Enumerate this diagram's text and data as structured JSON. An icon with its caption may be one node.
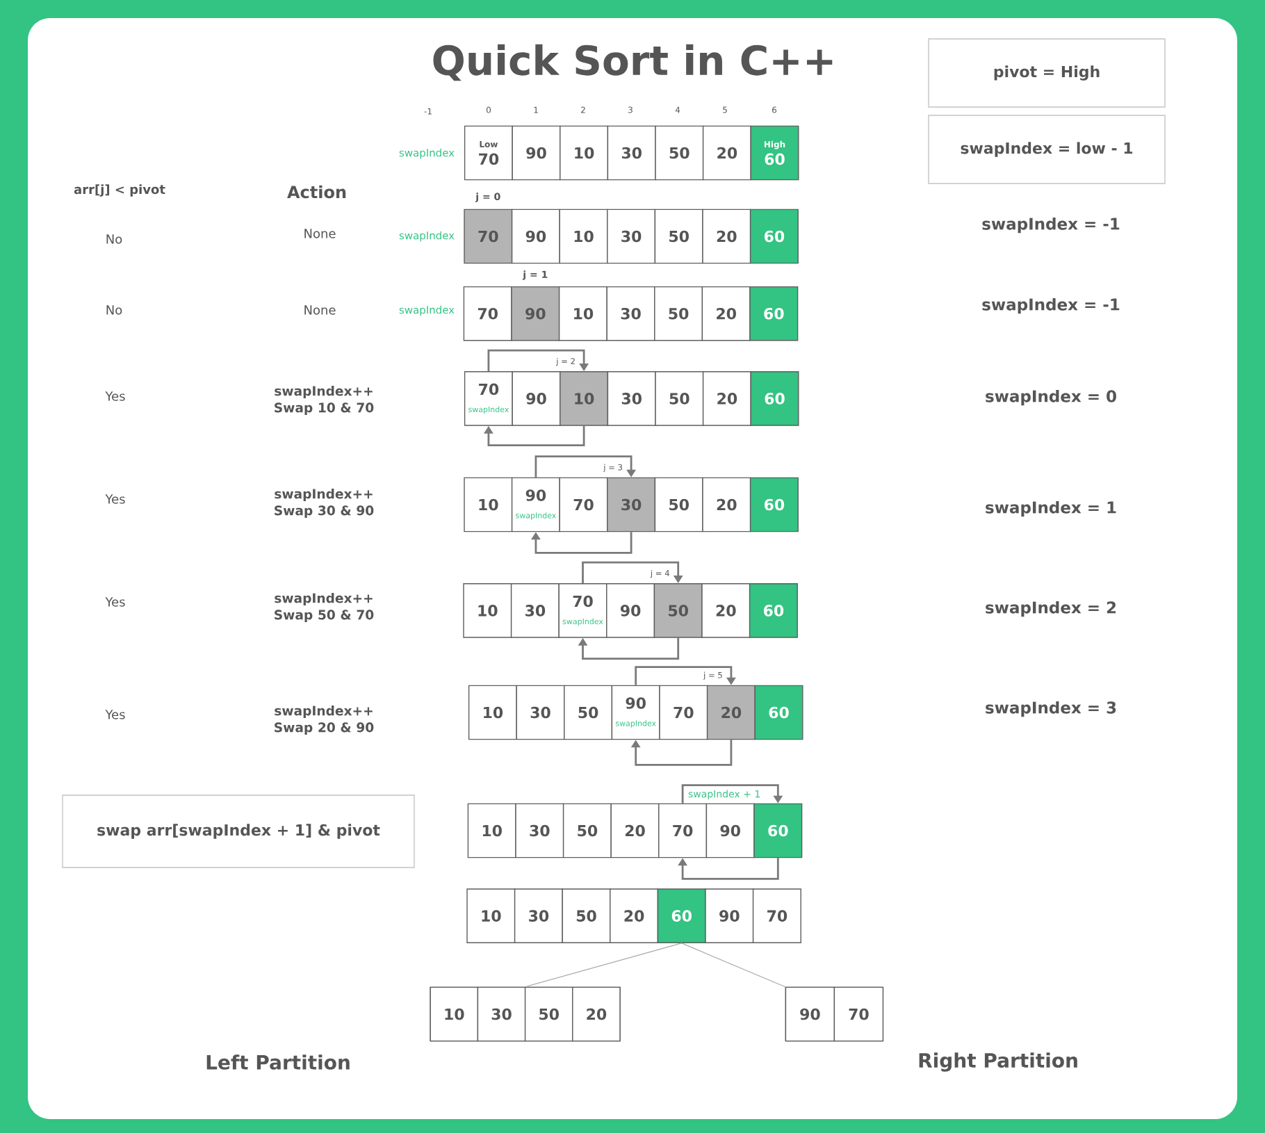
{
  "diagram": {
    "title": "Quick Sort in C++",
    "nodes": [
      {
        "text": [
          "pivot = High"
        ]
      },
      {
        "text": [
          "swapIndex = low - 1"
        ]
      },
      {
        "text": [
          "Low",
          "70"
        ]
      },
      {
        "text": [
          "90"
        ]
      },
      {
        "text": [
          "10"
        ]
      },
      {
        "text": [
          "30"
        ]
      },
      {
        "text": [
          "50"
        ]
      },
      {
        "text": [
          "20"
        ]
      },
      {
        "text": [
          "High",
          "60"
        ]
      },
      {
        "text": [
          "70"
        ],
        "beside": [
          "j = 0"
        ]
      },
      {
        "text": [
          "90"
        ]
      },
      {
        "text": [
          "10"
        ]
      },
      {
        "text": [
          "30"
        ]
      },
      {
        "text": [
          "50"
        ]
      },
      {
        "text": [
          "20"
        ]
      },
      {
        "text": [
          "60"
        ]
      },
      {
        "text": [
          "70"
        ]
      },
      {
        "text": [
          "90"
        ],
        "beside": [
          "j = 1"
        ]
      },
      {
        "text": [
          "10"
        ]
      },
      {
        "text": [
          "30"
        ]
      },
      {
        "text": [
          "50"
        ]
      },
      {
        "text": [
          "20"
        ]
      },
      {
        "text": [
          "60"
        ]
      },
      {
        "text": [
          "70",
          "swapIndex"
        ]
      },
      {
        "text": [
          "90"
        ]
      },
      {
        "text": [
          "10"
        ],
        "beside": [
          "j = 2"
        ]
      },
      {
        "text": [
          "30"
        ]
      },
      {
        "text": [
          "50"
        ]
      },
      {
        "text": [
          "20"
        ]
      },
      {
        "text": [
          "60"
        ]
      },
      {
        "text": [
          "10"
        ]
      },
      {
        "text": [
          "90",
          "swapIndex"
        ]
      },
      {
        "text": [
          "70"
        ]
      },
      {
        "text": [
          "30"
        ],
        "beside": [
          "j = 3"
        ]
      },
      {
        "text": [
          "50"
        ]
      },
      {
        "text": [
          "20"
        ]
      },
      {
        "text": [
          "60"
        ]
      },
      {
        "text": [
          "10"
        ]
      },
      {
        "text": [
          "30"
        ]
      },
      {
        "text": [
          "70",
          "swapIndex"
        ]
      },
      {
        "text": [
          "90"
        ]
      },
      {
        "text": [
          "50"
        ],
        "beside": [
          "j = 4"
        ]
      },
      {
        "text": [
          "20"
        ]
      },
      {
        "text": [
          "60"
        ]
      },
      {
        "text": [
          "10"
        ]
      },
      {
        "text": [
          "30"
        ]
      },
      {
        "text": [
          "50"
        ]
      },
      {
        "text": [
          "90",
          "swapIndex"
        ]
      },
      {
        "text": [
          "70"
        ]
      },
      {
        "text": [
          "20"
        ],
        "beside": [
          "j = 5"
        ]
      },
      {
        "text": [
          "60"
        ]
      },
      {
        "text": [
          "swap arr[swapIndex + 1] & pivot"
        ]
      },
      {
        "text": [
          "10"
        ]
      },
      {
        "text": [
          "30"
        ]
      },
      {
        "text": [
          "50"
        ]
      },
      {
        "text": [
          "20"
        ]
      },
      {
        "text": [
          "70"
        ]
      },
      {
        "text": [
          "90"
        ]
      },
      {
        "text": [
          "60"
        ]
      },
      {
        "text": [
          "10"
        ]
      },
      {
        "text": [
          "30"
        ]
      },
      {
        "text": [
          "50"
        ]
      },
      {
        "text": [
          "20"
        ]
      },
      {
        "text": [
          "60"
        ]
      },
      {
        "text": [
          "90"
        ]
      },
      {
        "text": [
          "70"
        ]
      },
      {
        "text": [],
        "shape": "box"
      },
      {
        "text": [
          "10"
        ],
        "in": 66
      },
      {
        "text": [
          "30"
        ],
        "in": 66
      },
      {
        "text": [
          "50"
        ],
        "in": 66
      },
      {
        "text": [
          "20"
        ],
        "in": 66
      },
      {
        "text": [],
        "shape": "box"
      },
      {
        "text": [
          "90"
        ],
        "in": 71
      },
      {
        "text": [
          "70"
        ],
        "in": 71
      }
    ],
    "edges": [
      {
        "from": 23,
        "to": 25,
        "arrow": "to"
      },
      {
        "from": 25,
        "to": 23,
        "arrow": "to"
      },
      {
        "from": 31,
        "to": 33,
        "arrow": "to"
      },
      {
        "from": 33,
        "to": 31,
        "arrow": "to"
      },
      {
        "from": 39,
        "to": 41,
        "arrow": "to"
      },
      {
        "from": 41,
        "to": 39,
        "arrow": "to"
      },
      {
        "from": 47,
        "to": 49,
        "arrow": "to"
      },
      {
        "from": 49,
        "to": 47,
        "arrow": "to"
      },
      {
        "from": 56,
        "to": 58,
        "arrow": "to",
        "label": "swapIndex + 1"
      },
      {
        "from": 58,
        "to": 56,
        "arrow": "to"
      },
      {
        "from": 63,
        "to": 66,
        "arrow": "none",
        "color": "#a8a8a8"
      },
      {
        "from": 63,
        "to": 71,
        "arrow": "none",
        "color": "#a8a8a8"
      }
    ],
    "labels": [
      "-1",
      "0",
      "1",
      "2",
      "3",
      "4",
      "5",
      "6",
      "swapIndex",
      "arr[j] < pivot",
      "Action",
      "No",
      "None",
      "swapIndex",
      "swapIndex = -1",
      "No",
      "None",
      "swapIndex",
      "swapIndex = -1",
      "Yes",
      "swapIndex++ Swap 10 & 70",
      "swapIndex = 0",
      "Yes",
      "swapIndex++ Swap 30 & 90",
      "swapIndex = 1",
      "Yes",
      "swapIndex++ Swap 50 & 70",
      "swapIndex = 2",
      "Yes",
      "swapIndex++ Swap 20 & 90",
      "swapIndex = 3",
      "Left Partition",
      "Right Partition"
    ]
  }
}
